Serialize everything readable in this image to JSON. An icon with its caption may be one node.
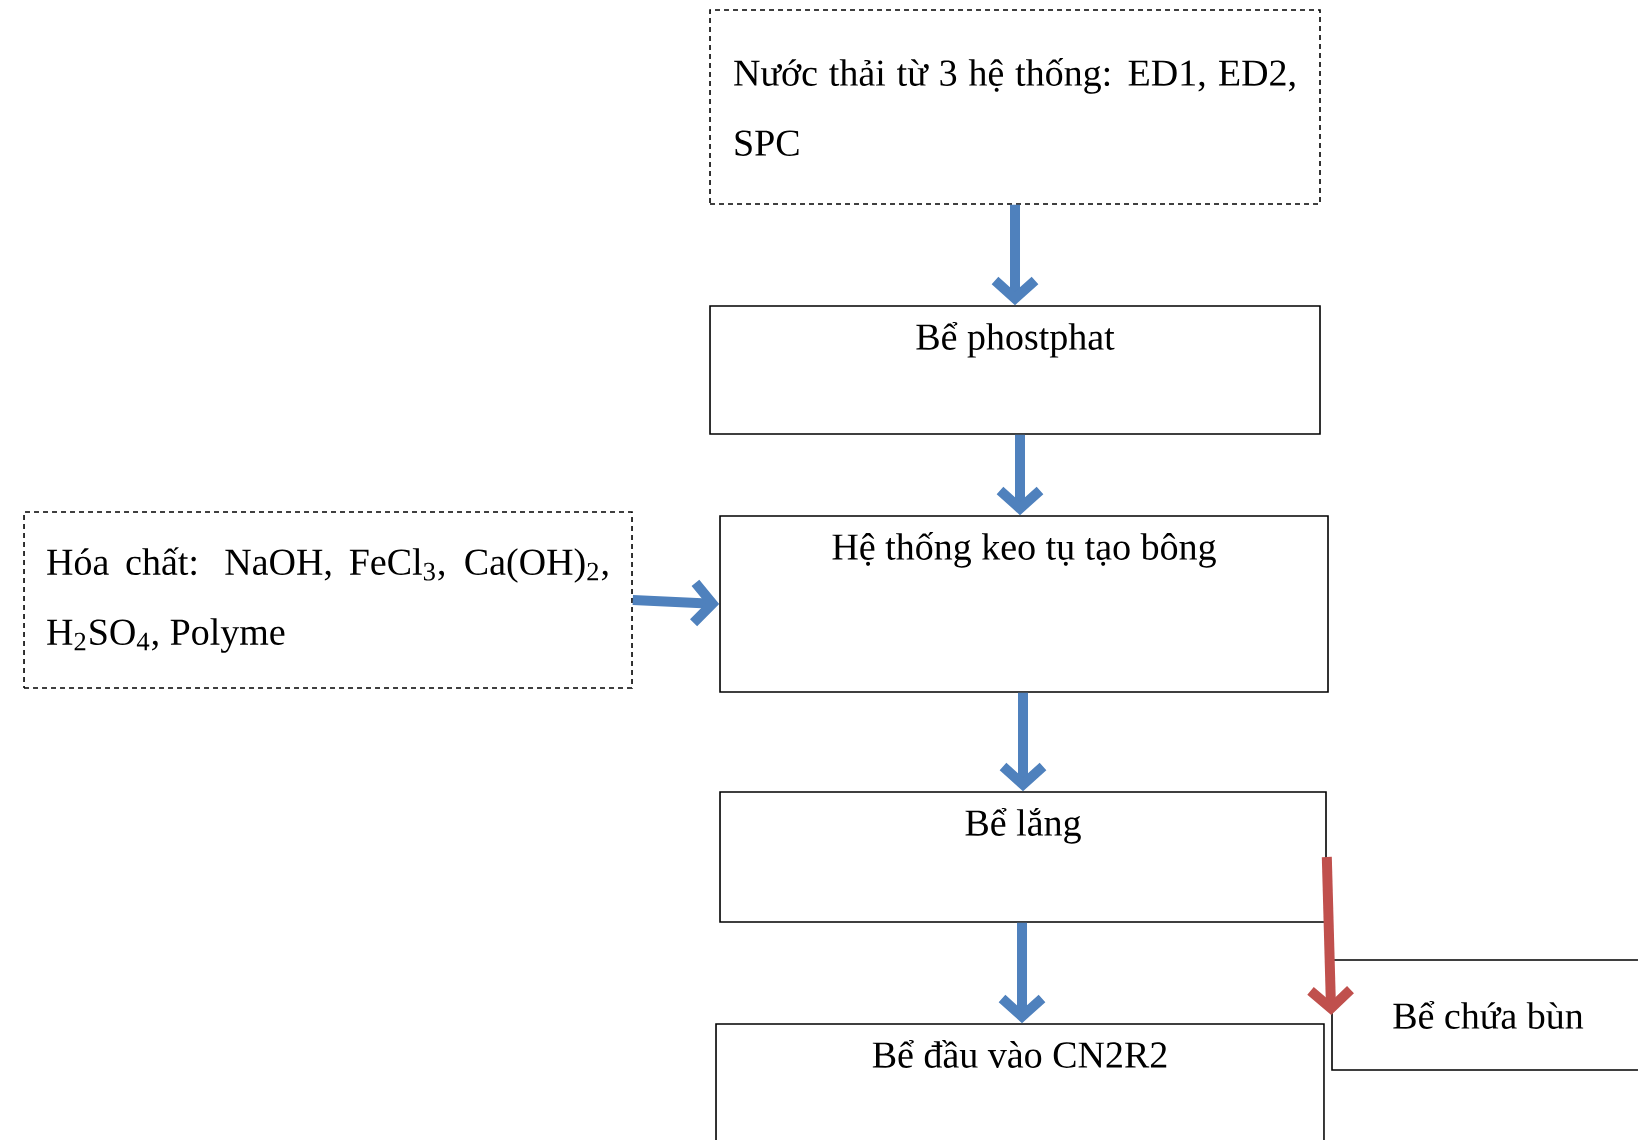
{
  "diagram": {
    "nodes": [
      {
        "text": [
          "Nước thải từ 3 hệ thống: ED1, ED2, SPC"
        ]
      },
      {
        "text": [
          "Bể phostphat"
        ]
      },
      {
        "text": [
          "Hóa chất: NaOH, FeCl$_{3}$, Ca(OH)$_{2}$, H$_{2}$SO$_{4}$, Polyme"
        ]
      },
      {
        "text": [
          "Hệ thống keo tụ tạo bông"
        ]
      },
      {
        "text": [
          "Bể lắng"
        ]
      },
      {
        "text": [
          "Bể đầu vào CN2R2"
        ]
      },
      {
        "text": [
          "Bể chứa bùn"
        ]
      }
    ],
    "edges": [
      {
        "from": 0,
        "to": 1,
        "arrow": "to"
      },
      {
        "from": 1,
        "to": 3,
        "arrow": "to"
      },
      {
        "from": 2,
        "to": 3,
        "arrow": "to"
      },
      {
        "from": 3,
        "to": 4,
        "arrow": "to"
      },
      {
        "from": 4,
        "to": 5,
        "arrow": "to"
      },
      {
        "from": 4,
        "to": 6,
        "arrow": "to",
        "color": "#c0504d"
      }
    ]
  }
}
